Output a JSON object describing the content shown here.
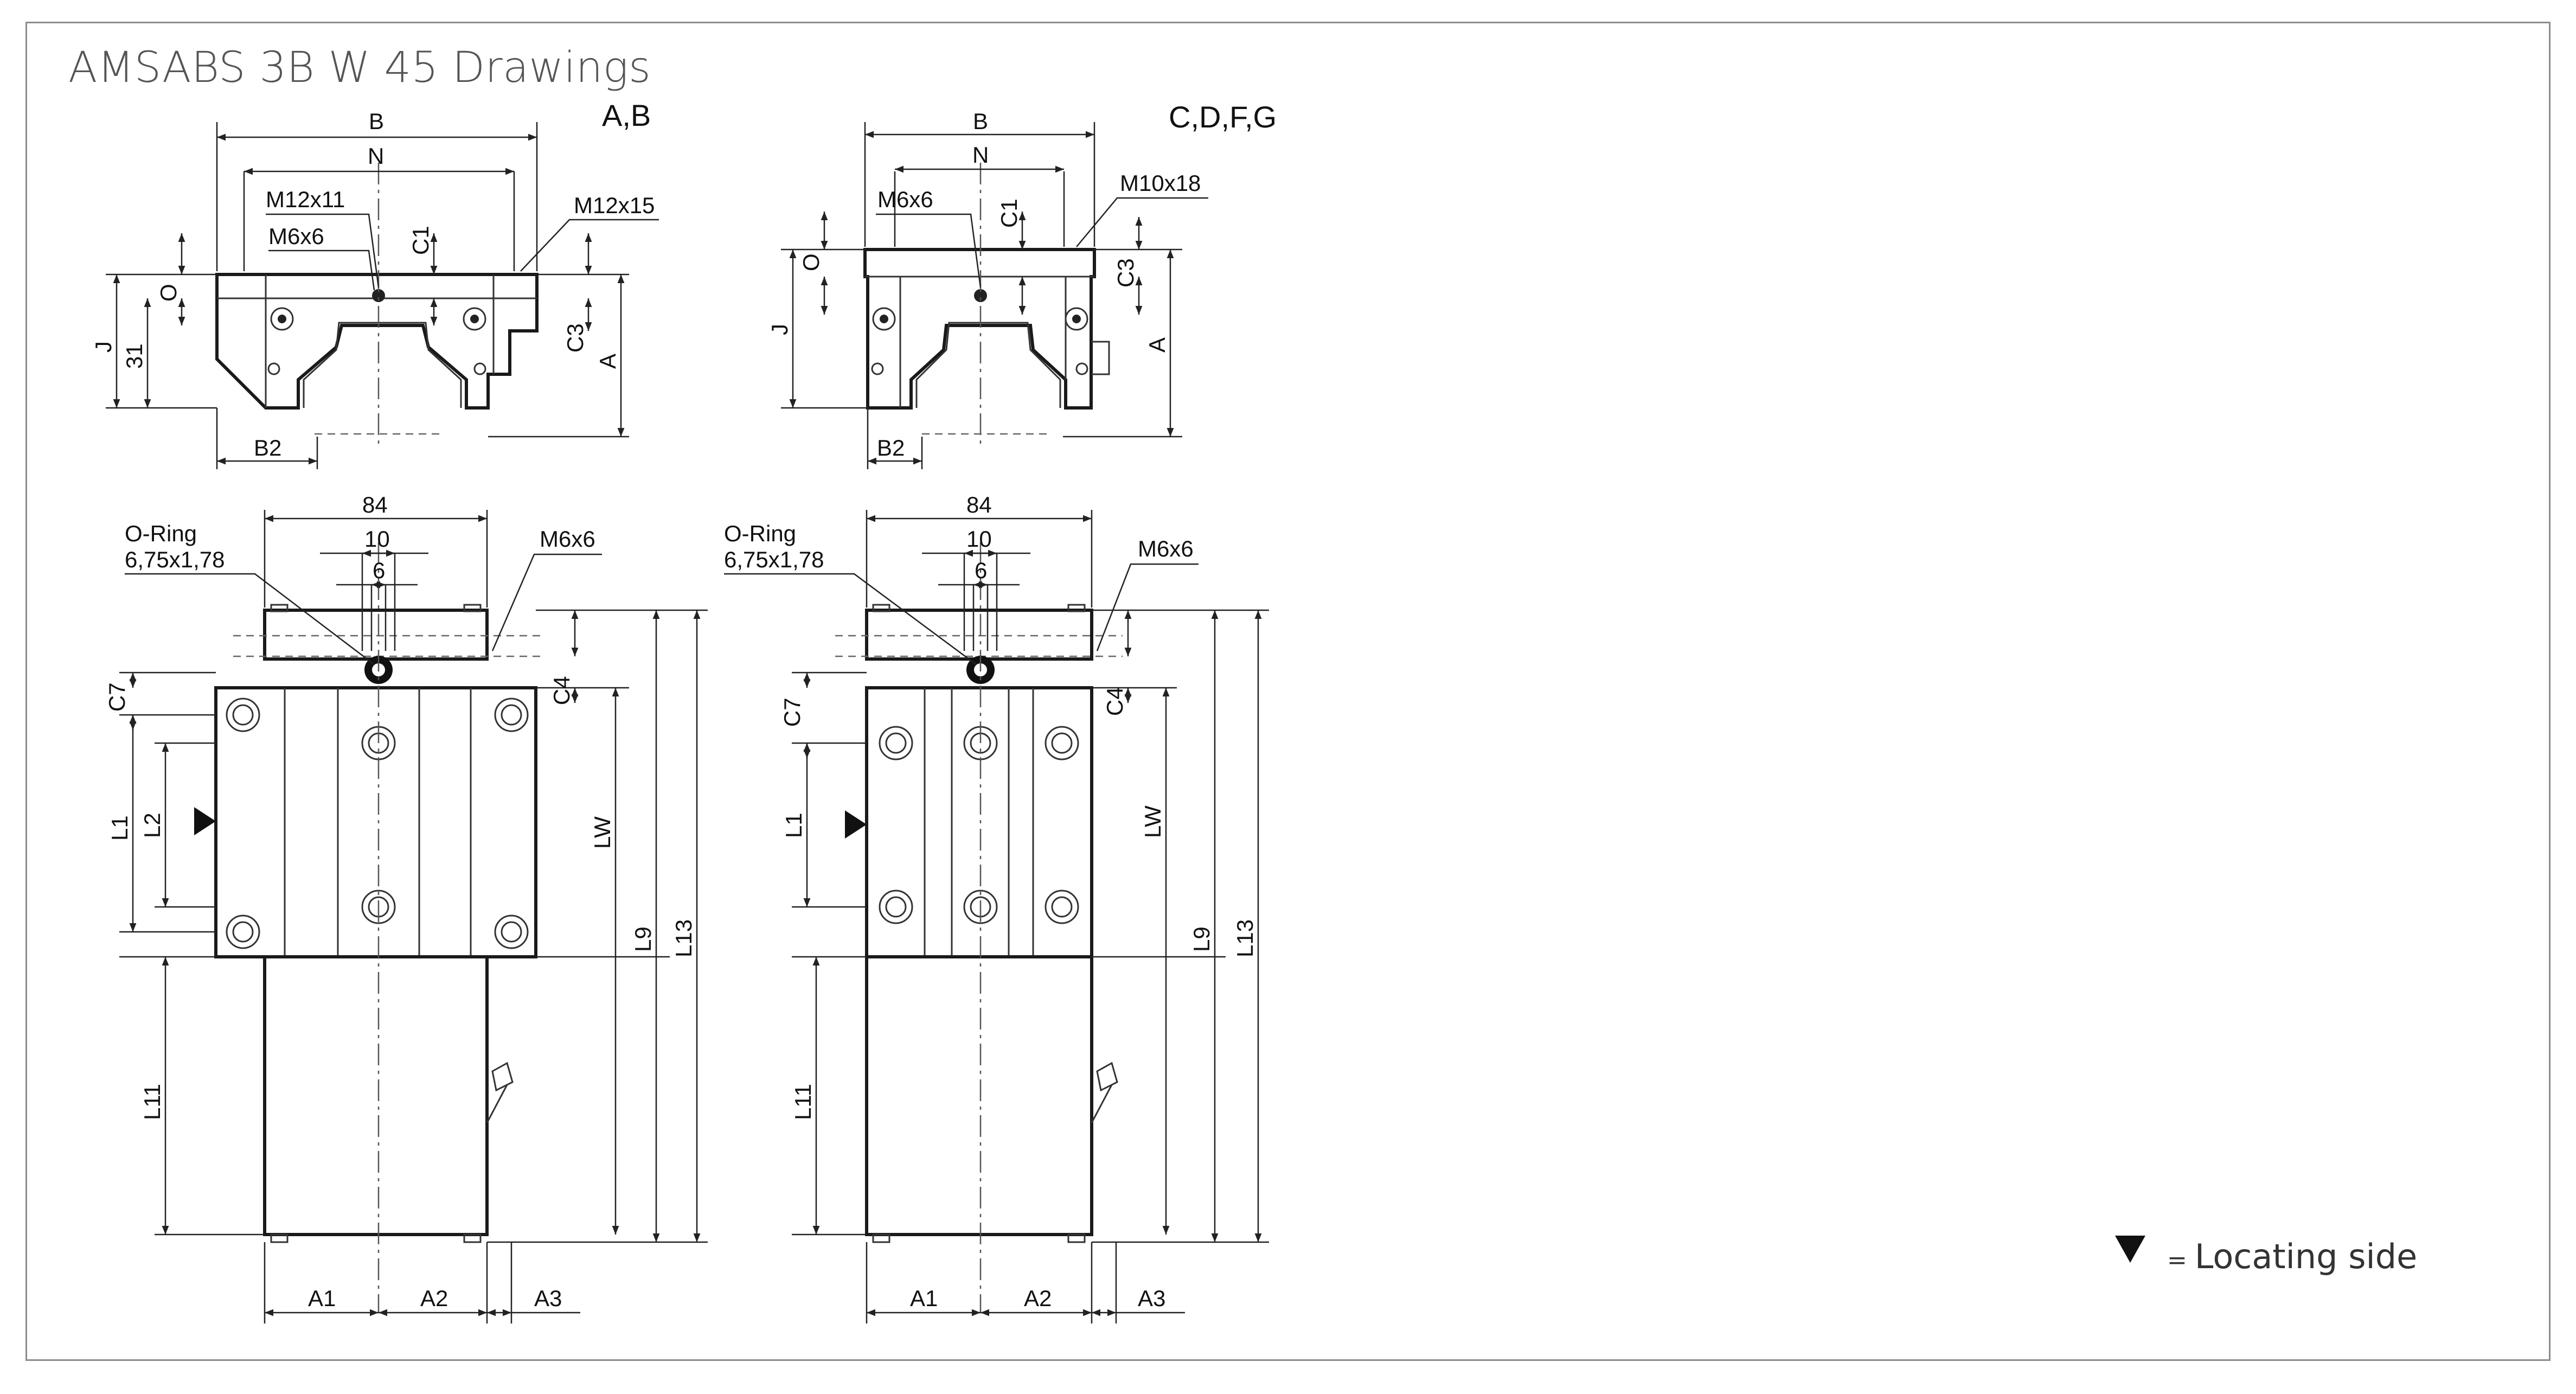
{
  "title": "AMSABS 3B W 45 Drawings",
  "views": {
    "view1_tag": "A,B",
    "view2_tag": "C,D,F,G"
  },
  "labels": {
    "B": "B",
    "N": "N",
    "M12x11": "M12x11",
    "M12x15": "M12x15",
    "M6x6": "M6x6",
    "M10x18": "M10x18",
    "C1": "C1",
    "C3": "C3",
    "C4": "C4",
    "C7": "C7",
    "O": "O",
    "J": "J",
    "A": "A",
    "B2": "B2",
    "v31": "31",
    "v84": "84",
    "v10": "10",
    "v6": "6",
    "oring1": "O-Ring",
    "oring2": "6,75x1,78",
    "L1": "L1",
    "L2": "L2",
    "L9": "L9",
    "L11": "L11",
    "L13": "L13",
    "LW": "LW",
    "A1": "A1",
    "A2": "A2",
    "A3": "A3"
  },
  "legend": {
    "equals": "=",
    "text": "Locating side"
  }
}
